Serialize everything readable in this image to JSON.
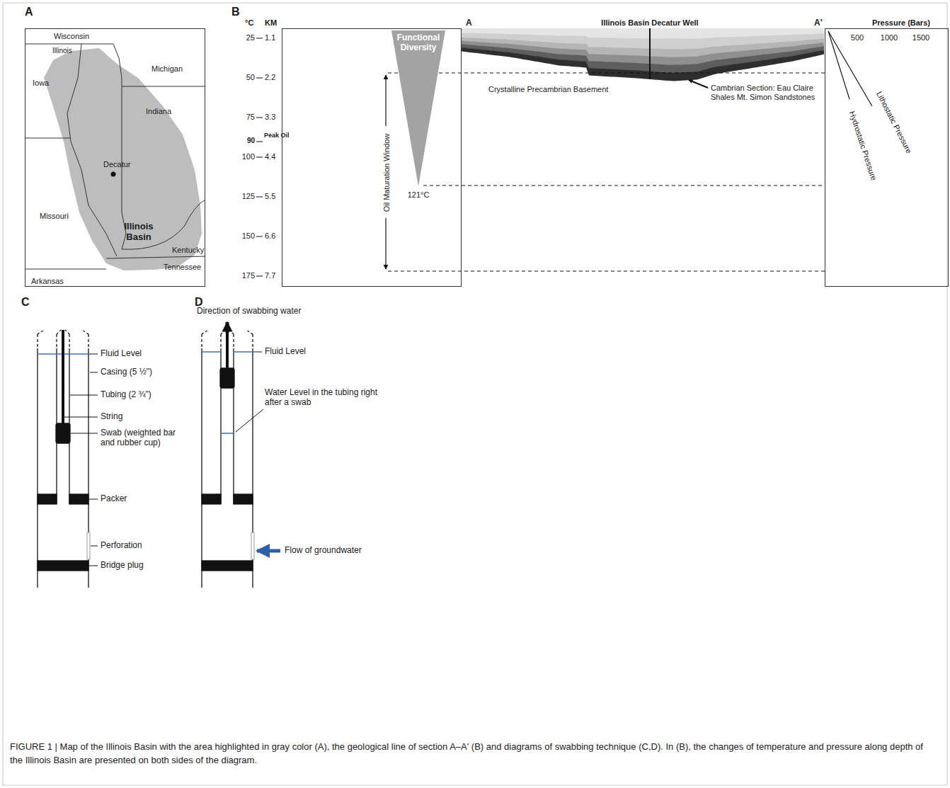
{
  "diagram": {
    "caption": "FIGURE 1 | Map of the Illinois Basin with the area highlighted in gray color (A), the geological line of section A–A' (B) and diagrams of swabbing technique (C,D). In (B), the changes of temperature and pressure along depth of the Illinois Basin are presented on both sides of the diagram.",
    "nodes": [
      {
        "text": [
          "Wisconsin",
          "Illinois",
          "Michigan",
          "Iowa",
          "Indiana",
          "Decatur",
          "Illinois Basin",
          "Missouri",
          "Kentucky",
          "Tennessee",
          "Arkansas"
        ]
      },
      {
        "text": [
          "Oil Maturation Window",
          "121°C"
        ]
      },
      {
        "text": [
          "Functional Diversity"
        ],
        "in": 1
      },
      {
        "text": [
          "500",
          "1000",
          "1500",
          "Lithostatic Pressure",
          "Hydrostatic Pressure"
        ]
      }
    ],
    "labels": [
      "A",
      "B",
      "°C",
      "KM",
      "A",
      "Illinois Basin Decatur Well",
      "A'",
      "Pressure (Bars)",
      "25",
      "1.1",
      "50",
      "2.2",
      "75",
      "3.3",
      "90",
      "Peak Oil",
      "100",
      "4.4",
      "125",
      "5.5",
      "150",
      "6.6",
      "175",
      "7.7",
      "Crystalline Precambrian Basement",
      "Cambrian Section: Eau Claire Shales Mt. Simon Sandstones",
      "C",
      "Fluid Level",
      "Casing (5 ½\")",
      "Tubing (2 ¾\")",
      "String",
      "Swab (weighted bar and rubber cup)",
      "Packer",
      "Perforation",
      "Bridge plug",
      "D",
      "Direction of swabbing water",
      "Fluid Level",
      "Water Level in the tubing right after a swab",
      "Flow of groundwater"
    ]
  }
}
